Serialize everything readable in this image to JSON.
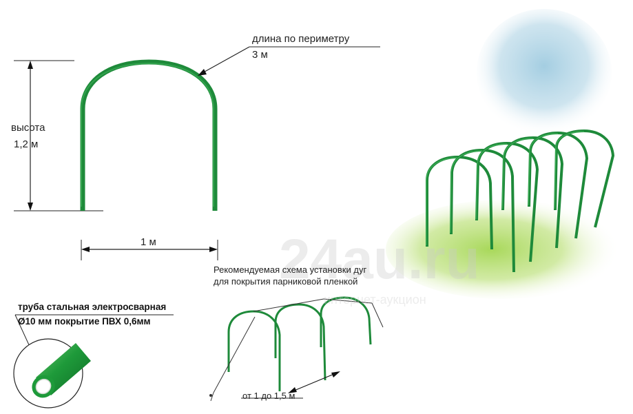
{
  "arch": {
    "perimeter_label": "длина по периметру",
    "perimeter_value": "3 м",
    "height_label": "высота",
    "height_value": "1,2 м",
    "width_value": "1 м"
  },
  "pipe": {
    "line1": "труба стальная электросварная",
    "line2": "Ø10 мм покрытие ПВХ 0,6мм"
  },
  "scheme": {
    "caption_line1": "Рекомендуемая схема установки дуг",
    "caption_line2": "для покрытия парниковой пленкой",
    "spacing_label": "от 1 до 1,5 м"
  },
  "watermark": {
    "big": "24au.ru",
    "small": "интернет-аукцион"
  },
  "colors": {
    "arch_green": "#1e8a3a",
    "arch_dark": "#146c2b",
    "sky_blue": "#9fcbe0",
    "grass_green": "#b6dd6c"
  }
}
